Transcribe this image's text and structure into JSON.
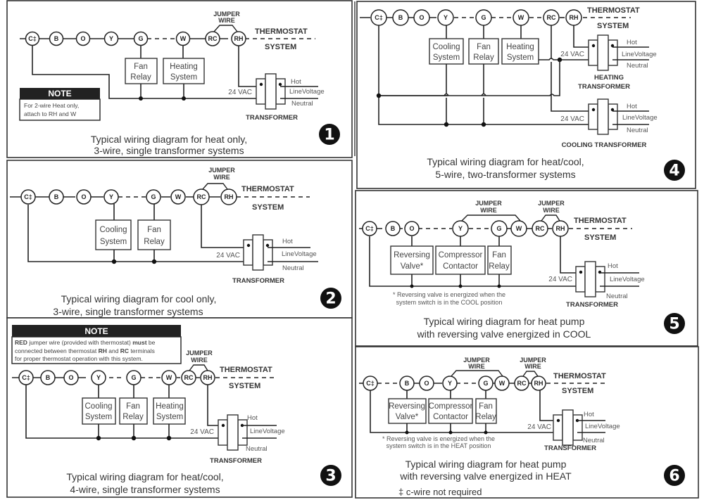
{
  "common": {
    "thermostat": "THERMOSTAT",
    "system": "SYSTEM",
    "jumper_line1": "JUMPER",
    "jumper_line2": "WIRE",
    "hot": "Hot",
    "line_voltage": "LineVoltage",
    "neutral": "Neutral",
    "vac": "24 VAC",
    "transformer": "TRANSFORMER"
  },
  "terminals": {
    "c": "C‡",
    "b": "B",
    "o": "O",
    "y": "Y",
    "g": "G",
    "w": "W",
    "rc": "RC",
    "rh": "RH"
  },
  "panels": [
    {
      "number": "1",
      "caption_line1": "Typical wiring diagram for heat only,",
      "caption_line2": "3-wire, single transformer systems",
      "boxes": [
        {
          "line1": "Fan",
          "line2": "Relay"
        },
        {
          "line1": "Heating",
          "line2": "System"
        }
      ],
      "note": {
        "title": "NOTE",
        "line1": "For 2-wire Heat only,",
        "line2": "attach to RH and W"
      }
    },
    {
      "number": "2",
      "caption_line1": "Typical wiring diagram for cool only,",
      "caption_line2": "3-wire, single transformer systems",
      "boxes": [
        {
          "line1": "Cooling",
          "line2": "System"
        },
        {
          "line1": "Fan",
          "line2": "Relay"
        }
      ]
    },
    {
      "number": "3",
      "caption_line1": "Typical wiring diagram for heat/cool,",
      "caption_line2": "4-wire, single transformer systems",
      "boxes": [
        {
          "line1": "Cooling",
          "line2": "System"
        },
        {
          "line1": "Fan",
          "line2": "Relay"
        },
        {
          "line1": "Heating",
          "line2": "System"
        }
      ],
      "note": {
        "title": "NOTE",
        "line1_bold_a": "RED",
        "line1_rest": " jumper wire (provided with thermostat) ",
        "line1_bold_b": "must",
        "line1_end": " be",
        "line2_a": "connected between thermostat ",
        "line2_bold_a": "RH",
        "line2_b": " and ",
        "line2_bold_b": "RC",
        "line2_c": " terminals",
        "line3": "for proper thermostat operation with this system."
      }
    },
    {
      "number": "4",
      "caption_line1": "Typical wiring diagram for heat/cool,",
      "caption_line2": "5-wire, two-transformer systems",
      "boxes": [
        {
          "line1": "Cooling",
          "line2": "System"
        },
        {
          "line1": "Fan",
          "line2": "Relay"
        },
        {
          "line1": "Heating",
          "line2": "System"
        }
      ],
      "heating_transformer_line1": "HEATING",
      "heating_transformer_line2": "TRANSFORMER",
      "cooling_transformer": "COOLING TRANSFORMER"
    },
    {
      "number": "5",
      "caption_line1": "Typical wiring diagram for heat pump",
      "caption_line2": "with reversing valve energized in COOL",
      "boxes": [
        {
          "line1": "Reversing",
          "line2": "Valve*"
        },
        {
          "line1": "Compressor",
          "line2": "Contactor"
        },
        {
          "line1": "Fan",
          "line2": "Relay"
        }
      ],
      "footnote_line1": "* Reversing valve is energized when the",
      "footnote_line2": "system switch is in the COOL position"
    },
    {
      "number": "6",
      "caption_line1": "Typical wiring diagram for heat pump",
      "caption_line2": "with reversing valve energized in HEAT",
      "boxes": [
        {
          "line1": "Reversing",
          "line2": "Valve*"
        },
        {
          "line1": "Compressor",
          "line2": "Contactor"
        },
        {
          "line1": "Fan",
          "line2": "Relay"
        }
      ],
      "footnote_line1": "* Reversing valve is energized when the",
      "footnote_line2": "system switch is in the HEAT position",
      "legend": "‡ c-wire not required"
    }
  ]
}
